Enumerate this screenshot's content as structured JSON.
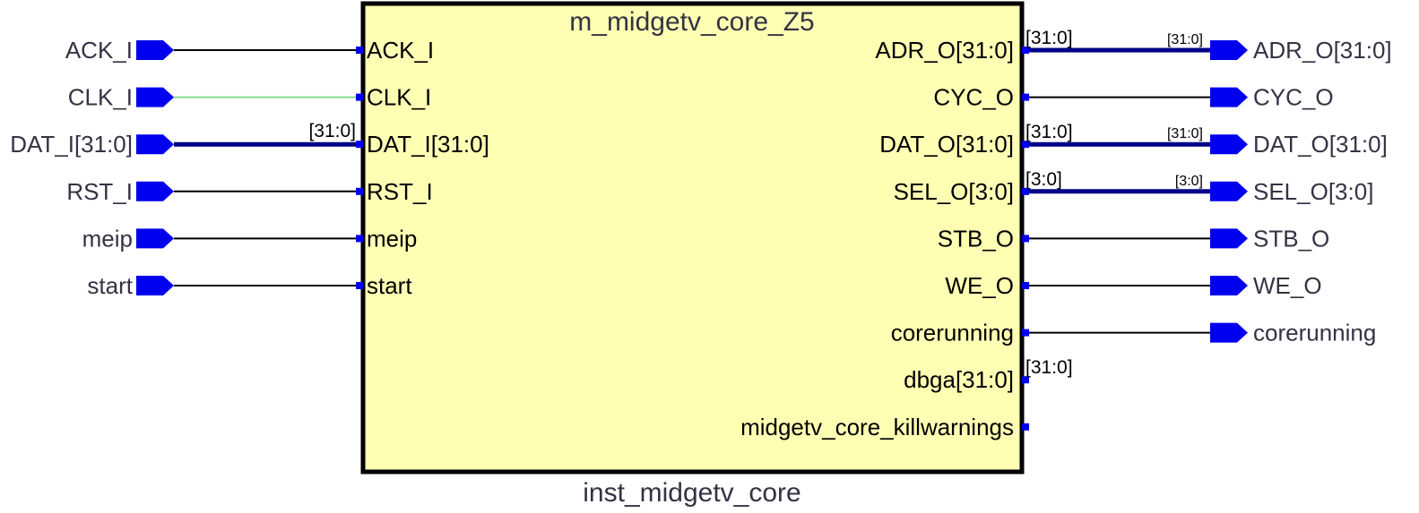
{
  "block": {
    "module_name": "m_midgetv_core_Z5",
    "instance_name": "inst_midgetv_core"
  },
  "left_ports": [
    {
      "label": "ACK_I",
      "pin": "ACK_I",
      "bus": false,
      "bus_label": "",
      "wire": "normal"
    },
    {
      "label": "CLK_I",
      "pin": "CLK_I",
      "bus": false,
      "bus_label": "",
      "wire": "clock"
    },
    {
      "label": "DAT_I[31:0]",
      "pin": "DAT_I[31:0]",
      "bus": true,
      "bus_label": "[31:0]",
      "wire": "bus"
    },
    {
      "label": "RST_I",
      "pin": "RST_I",
      "bus": false,
      "bus_label": "",
      "wire": "normal"
    },
    {
      "label": "meip",
      "pin": "meip",
      "bus": false,
      "bus_label": "",
      "wire": "normal"
    },
    {
      "label": "start",
      "pin": "start",
      "bus": false,
      "bus_label": "",
      "wire": "normal"
    }
  ],
  "right_ports": [
    {
      "pin": "ADR_O[31:0]",
      "bus": true,
      "bus_label": "[31:0]",
      "port_bus_label": "[31:0]",
      "connected": true,
      "label": "ADR_O[31:0]"
    },
    {
      "pin": "CYC_O",
      "bus": false,
      "bus_label": "",
      "port_bus_label": "",
      "connected": true,
      "label": "CYC_O"
    },
    {
      "pin": "DAT_O[31:0]",
      "bus": true,
      "bus_label": "[31:0]",
      "port_bus_label": "[31:0]",
      "connected": true,
      "label": "DAT_O[31:0]"
    },
    {
      "pin": "SEL_O[3:0]",
      "bus": true,
      "bus_label": "[3:0]",
      "port_bus_label": "[3:0]",
      "connected": true,
      "label": "SEL_O[3:0]"
    },
    {
      "pin": "STB_O",
      "bus": false,
      "bus_label": "",
      "port_bus_label": "",
      "connected": true,
      "label": "STB_O"
    },
    {
      "pin": "WE_O",
      "bus": false,
      "bus_label": "",
      "port_bus_label": "",
      "connected": true,
      "label": "WE_O"
    },
    {
      "pin": "corerunning",
      "bus": false,
      "bus_label": "",
      "port_bus_label": "",
      "connected": true,
      "label": "corerunning"
    },
    {
      "pin": "dbga[31:0]",
      "bus": true,
      "bus_label": "[31:0]",
      "port_bus_label": "",
      "connected": false,
      "label": ""
    },
    {
      "pin": "midgetv_core_killwarnings",
      "bus": false,
      "bus_label": "",
      "port_bus_label": "",
      "connected": false,
      "label": ""
    }
  ],
  "colors": {
    "block_fill": "#ffffb4",
    "block_stroke": "#000000",
    "port_blue": "#0000ee",
    "bus_wire": "#000088",
    "clock_wire": "#88dd88",
    "wire": "#000000",
    "port_text": "#333344",
    "title_text": "#333344"
  }
}
